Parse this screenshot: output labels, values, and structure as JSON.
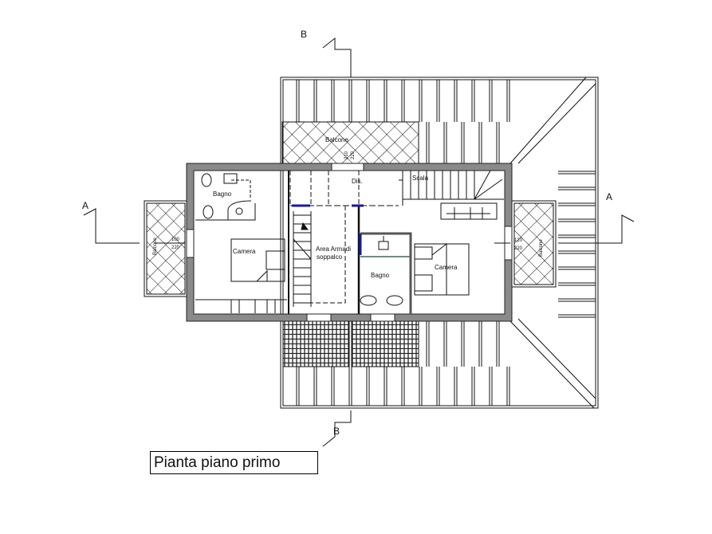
{
  "title": "Pianta piano primo",
  "section_marks": {
    "a": "A",
    "b": "B"
  },
  "rooms": {
    "bagno_left": "Bagno",
    "camera_left": "Camera",
    "dis": "Dis.",
    "scala": "Scala",
    "area_armadi_1": "Area Armadi",
    "area_armadi_2": "soppalco",
    "bagno_right": "Bagno",
    "camera_right": "Camera",
    "balcone_top": "Balcone",
    "balcone_left": "Balcone",
    "balcone_right": "Balcone"
  },
  "openings": {
    "left_top": "100",
    "left_bottom": "220",
    "right_top": "120",
    "right_bottom": "220",
    "top_1": "210",
    "top_2": "220"
  },
  "colors": {
    "wall": "#8a8a8a",
    "glazing": "#1a1aa0",
    "line": "#111111"
  }
}
